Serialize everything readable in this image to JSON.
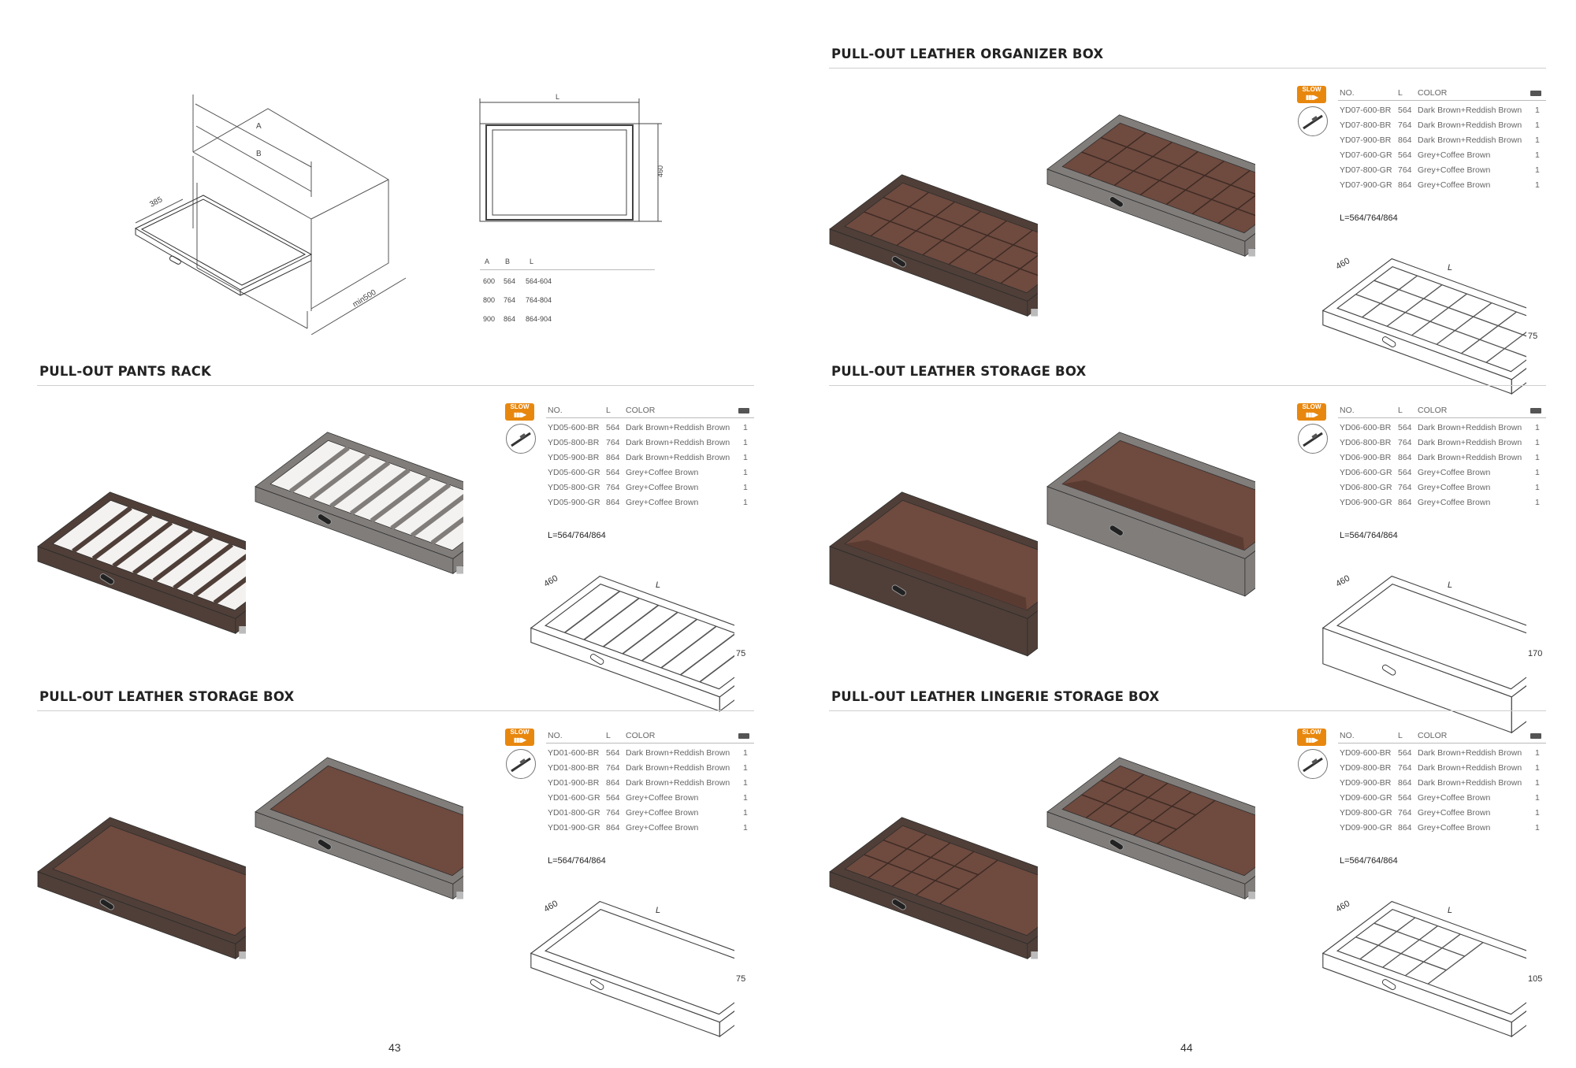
{
  "pages": [
    {
      "number": "43"
    },
    {
      "number": "44"
    }
  ],
  "install": {
    "cabinet_labels": {
      "a": "A",
      "b": "B",
      "depth": "385",
      "min_depth": "min500"
    },
    "frame_labels": {
      "length": "L",
      "width": "460"
    },
    "table": {
      "headers": [
        "A",
        "B",
        "L"
      ],
      "rows": [
        [
          "600",
          "564",
          "564-604"
        ],
        [
          "800",
          "764",
          "764-804"
        ],
        [
          "900",
          "864",
          "864-904"
        ]
      ]
    }
  },
  "common": {
    "badge": "SLOW",
    "headers": {
      "no": "NO.",
      "l": "L",
      "color": "COLOR"
    }
  },
  "sections": [
    {
      "title": "PULL-OUT PANTS RACK",
      "variant": "rack",
      "rows": [
        [
          "YD05-600-BR",
          "564",
          "Dark Brown+Reddish Brown",
          "1"
        ],
        [
          "YD05-800-BR",
          "764",
          "Dark Brown+Reddish Brown",
          "1"
        ],
        [
          "YD05-900-BR",
          "864",
          "Dark Brown+Reddish Brown",
          "1"
        ],
        [
          "YD05-600-GR",
          "564",
          "Grey+Coffee Brown",
          "1"
        ],
        [
          "YD05-800-GR",
          "764",
          "Grey+Coffee Brown",
          "1"
        ],
        [
          "YD05-900-GR",
          "864",
          "Grey+Coffee Brown",
          "1"
        ]
      ],
      "l_note": "L=564/764/864",
      "dims": {
        "width": "460",
        "length": "L",
        "height": "75"
      }
    },
    {
      "title": "PULL-OUT LEATHER STORAGE BOX",
      "variant": "tray",
      "rows": [
        [
          "YD01-600-BR",
          "564",
          "Dark Brown+Reddish Brown",
          "1"
        ],
        [
          "YD01-800-BR",
          "764",
          "Dark Brown+Reddish Brown",
          "1"
        ],
        [
          "YD01-900-BR",
          "864",
          "Dark Brown+Reddish Brown",
          "1"
        ],
        [
          "YD01-600-GR",
          "564",
          "Grey+Coffee Brown",
          "1"
        ],
        [
          "YD01-800-GR",
          "764",
          "Grey+Coffee Brown",
          "1"
        ],
        [
          "YD01-900-GR",
          "864",
          "Grey+Coffee Brown",
          "1"
        ]
      ],
      "l_note": "L=564/764/864",
      "dims": {
        "width": "460",
        "length": "L",
        "height": "75"
      }
    },
    {
      "title": "PULL-OUT LEATHER ORGANIZER BOX",
      "variant": "grid",
      "rows": [
        [
          "YD07-600-BR",
          "564",
          "Dark Brown+Reddish Brown",
          "1"
        ],
        [
          "YD07-800-BR",
          "764",
          "Dark Brown+Reddish Brown",
          "1"
        ],
        [
          "YD07-900-BR",
          "864",
          "Dark Brown+Reddish Brown",
          "1"
        ],
        [
          "YD07-600-GR",
          "564",
          "Grey+Coffee Brown",
          "1"
        ],
        [
          "YD07-800-GR",
          "764",
          "Grey+Coffee Brown",
          "1"
        ],
        [
          "YD07-900-GR",
          "864",
          "Grey+Coffee Brown",
          "1"
        ]
      ],
      "l_note": "L=564/764/864",
      "dims": {
        "width": "460",
        "length": "L",
        "height": "75"
      }
    },
    {
      "title": "PULL-OUT LEATHER STORAGE BOX",
      "variant": "box",
      "rows": [
        [
          "YD06-600-BR",
          "564",
          "Dark Brown+Reddish Brown",
          "1"
        ],
        [
          "YD06-800-BR",
          "764",
          "Dark Brown+Reddish Brown",
          "1"
        ],
        [
          "YD06-900-BR",
          "864",
          "Dark Brown+Reddish Brown",
          "1"
        ],
        [
          "YD06-600-GR",
          "564",
          "Grey+Coffee Brown",
          "1"
        ],
        [
          "YD06-800-GR",
          "764",
          "Grey+Coffee Brown",
          "1"
        ],
        [
          "YD06-900-GR",
          "864",
          "Grey+Coffee Brown",
          "1"
        ]
      ],
      "l_note": "L=564/764/864",
      "dims": {
        "width": "460",
        "length": "L",
        "height": "170"
      }
    },
    {
      "title": "PULL-OUT LEATHER LINGERIE STORAGE BOX",
      "variant": "lingerie",
      "rows": [
        [
          "YD09-600-BR",
          "564",
          "Dark Brown+Reddish Brown",
          "1"
        ],
        [
          "YD09-800-BR",
          "764",
          "Dark Brown+Reddish Brown",
          "1"
        ],
        [
          "YD09-900-BR",
          "864",
          "Dark Brown+Reddish Brown",
          "1"
        ],
        [
          "YD09-600-GR",
          "564",
          "Grey+Coffee Brown",
          "1"
        ],
        [
          "YD09-800-GR",
          "764",
          "Grey+Coffee Brown",
          "1"
        ],
        [
          "YD09-900-GR",
          "864",
          "Grey+Coffee Brown",
          "1"
        ]
      ],
      "l_note": "L=564/764/864",
      "dims": {
        "width": "460",
        "length": "L",
        "height": "105"
      }
    }
  ],
  "colors": {
    "accent": "#e8870e",
    "dark_frame": "#4f3f38",
    "grey_frame": "#807d7b",
    "leather": "#6e4a3f"
  }
}
